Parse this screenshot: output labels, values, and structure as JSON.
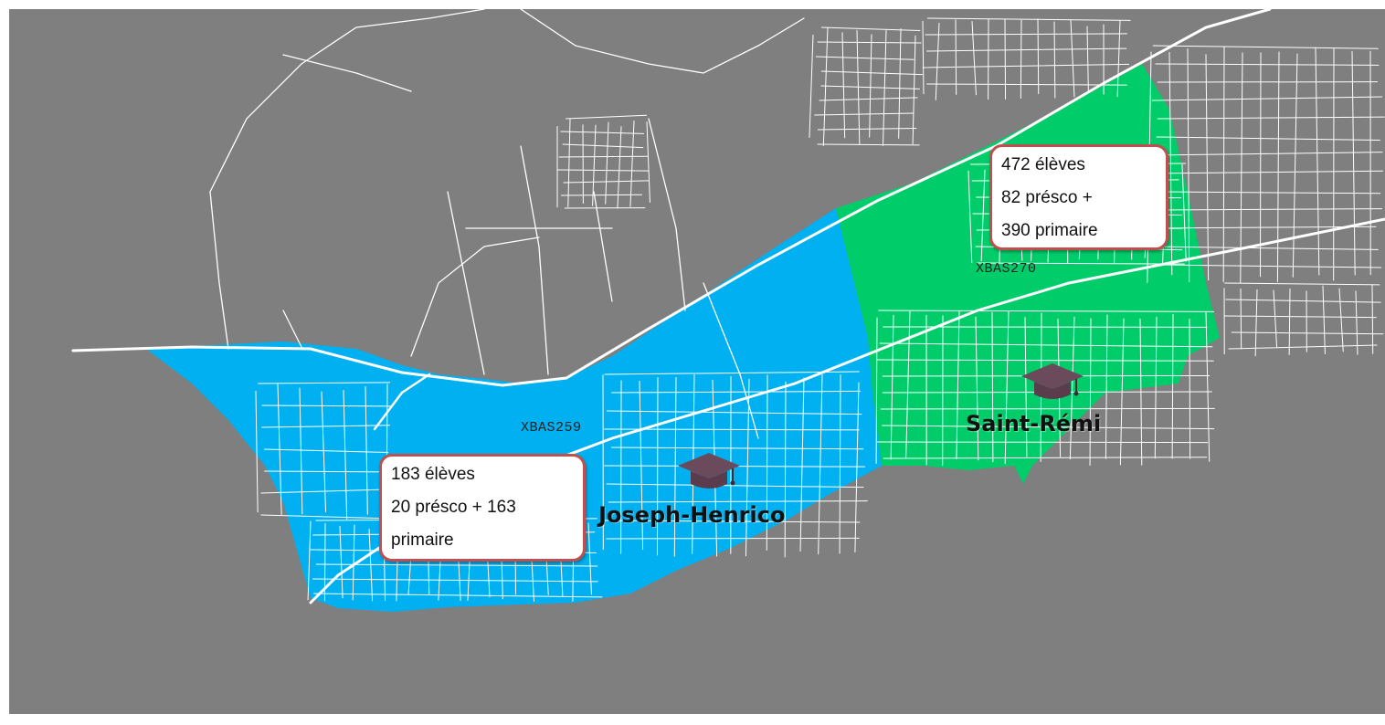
{
  "zones": [
    {
      "code": "XBAS259",
      "color": "#00b0f0",
      "school": "Joseph-Henrico",
      "callout": [
        "183 élèves",
        "20 présco + 163",
        "primaire"
      ]
    },
    {
      "code": "XBAS270",
      "color": "#00cc6a",
      "school": "Saint-Rémi",
      "callout": [
        "472 élèves",
        "82 présco +",
        "390 primaire"
      ]
    }
  ],
  "colors": {
    "background": "#7f7f7f",
    "roads": "#ffffff",
    "callout_border": "#c0504d",
    "school_icon": "#6b4a5c"
  },
  "icons": {
    "school": "graduation-cap-icon"
  }
}
